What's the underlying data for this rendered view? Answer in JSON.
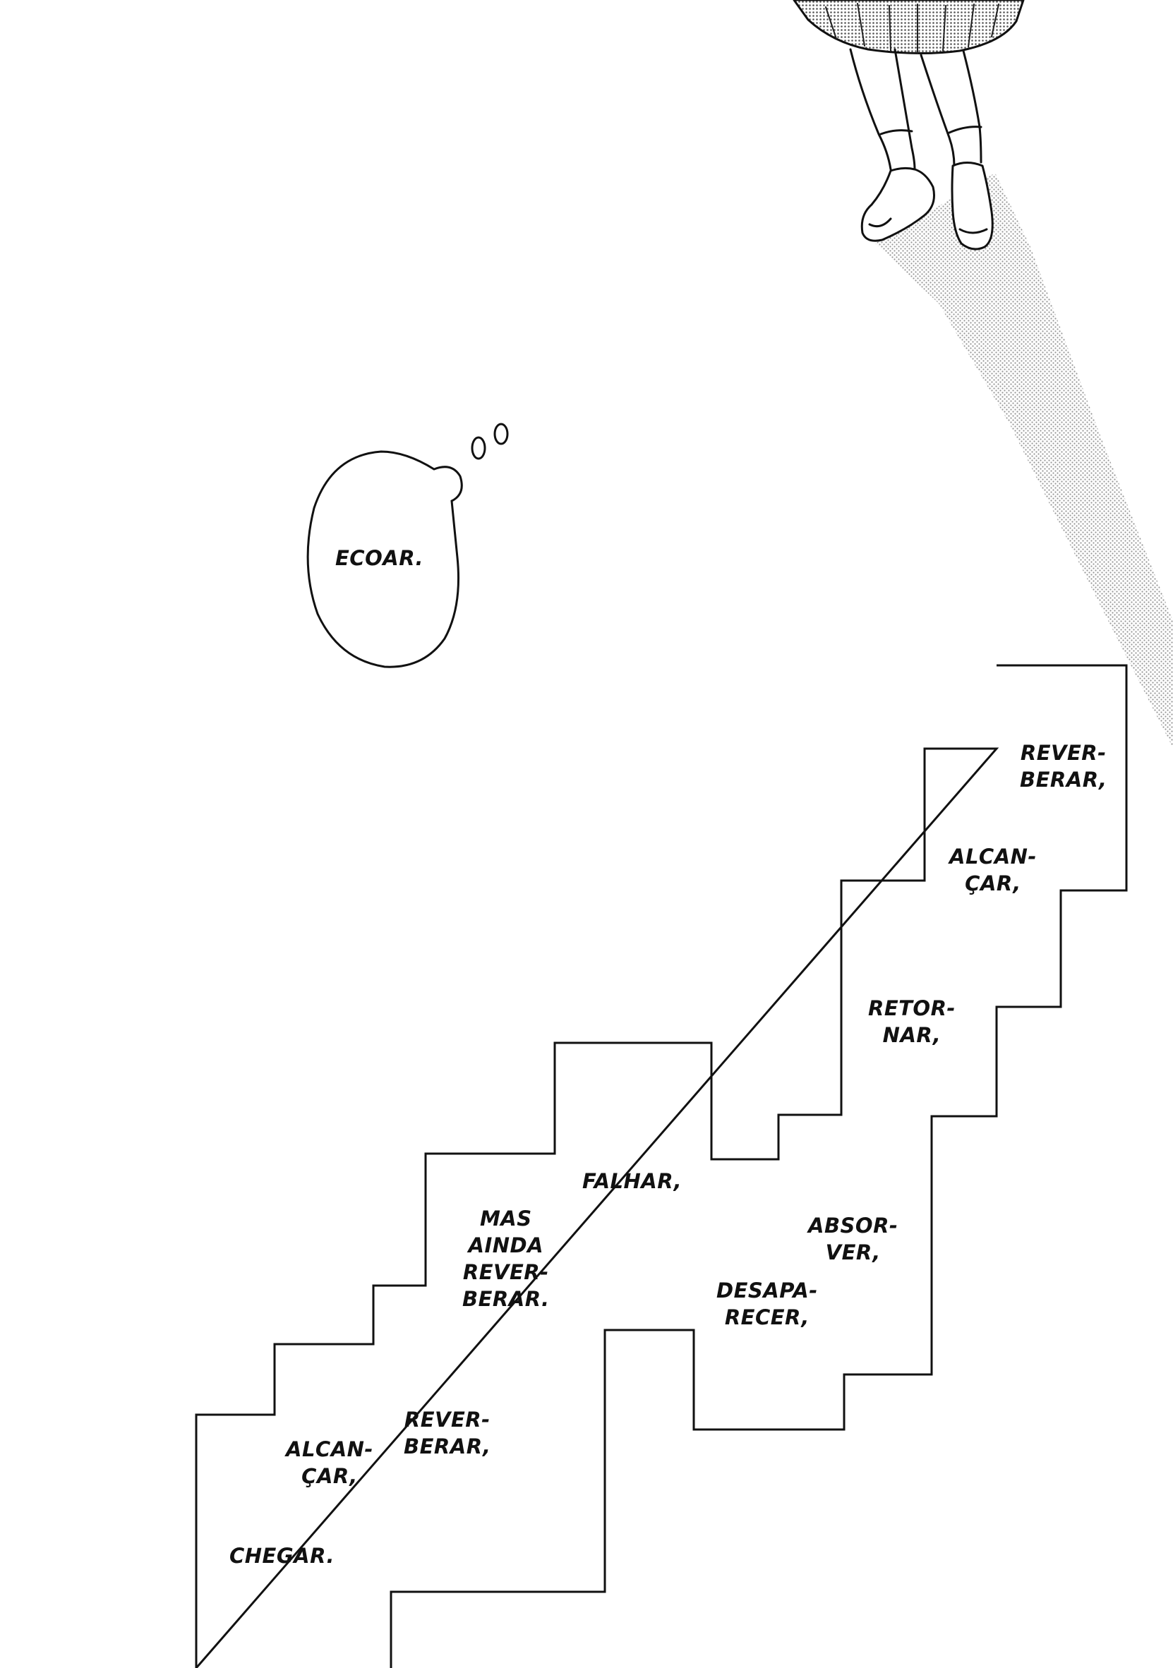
{
  "thought_bubble": {
    "text": "ECOAR."
  },
  "staircase_words": {
    "reverberar_1": [
      "REVER-",
      "BERAR,"
    ],
    "alcancar_1": [
      "ALCAN-",
      "ÇAR,"
    ],
    "retornar": [
      "RETOR-",
      "NAR,"
    ],
    "falhar": [
      "FALHAR,"
    ],
    "mas_ainda": [
      "MAS",
      "AINDA",
      "REVER-",
      "BERAR."
    ],
    "absorver": [
      "ABSOR-",
      "VER,"
    ],
    "desaparecer": [
      "DESAPA-",
      "RECER,"
    ],
    "reverberar_2": [
      "REVER-",
      "BERAR,"
    ],
    "alcancar_2": [
      "ALCAN-",
      "ÇAR,"
    ],
    "chegar": [
      "CHEGAR."
    ]
  },
  "colors": {
    "ink": "#111111",
    "paper": "#ffffff",
    "screentone": "#8a8a8a"
  }
}
